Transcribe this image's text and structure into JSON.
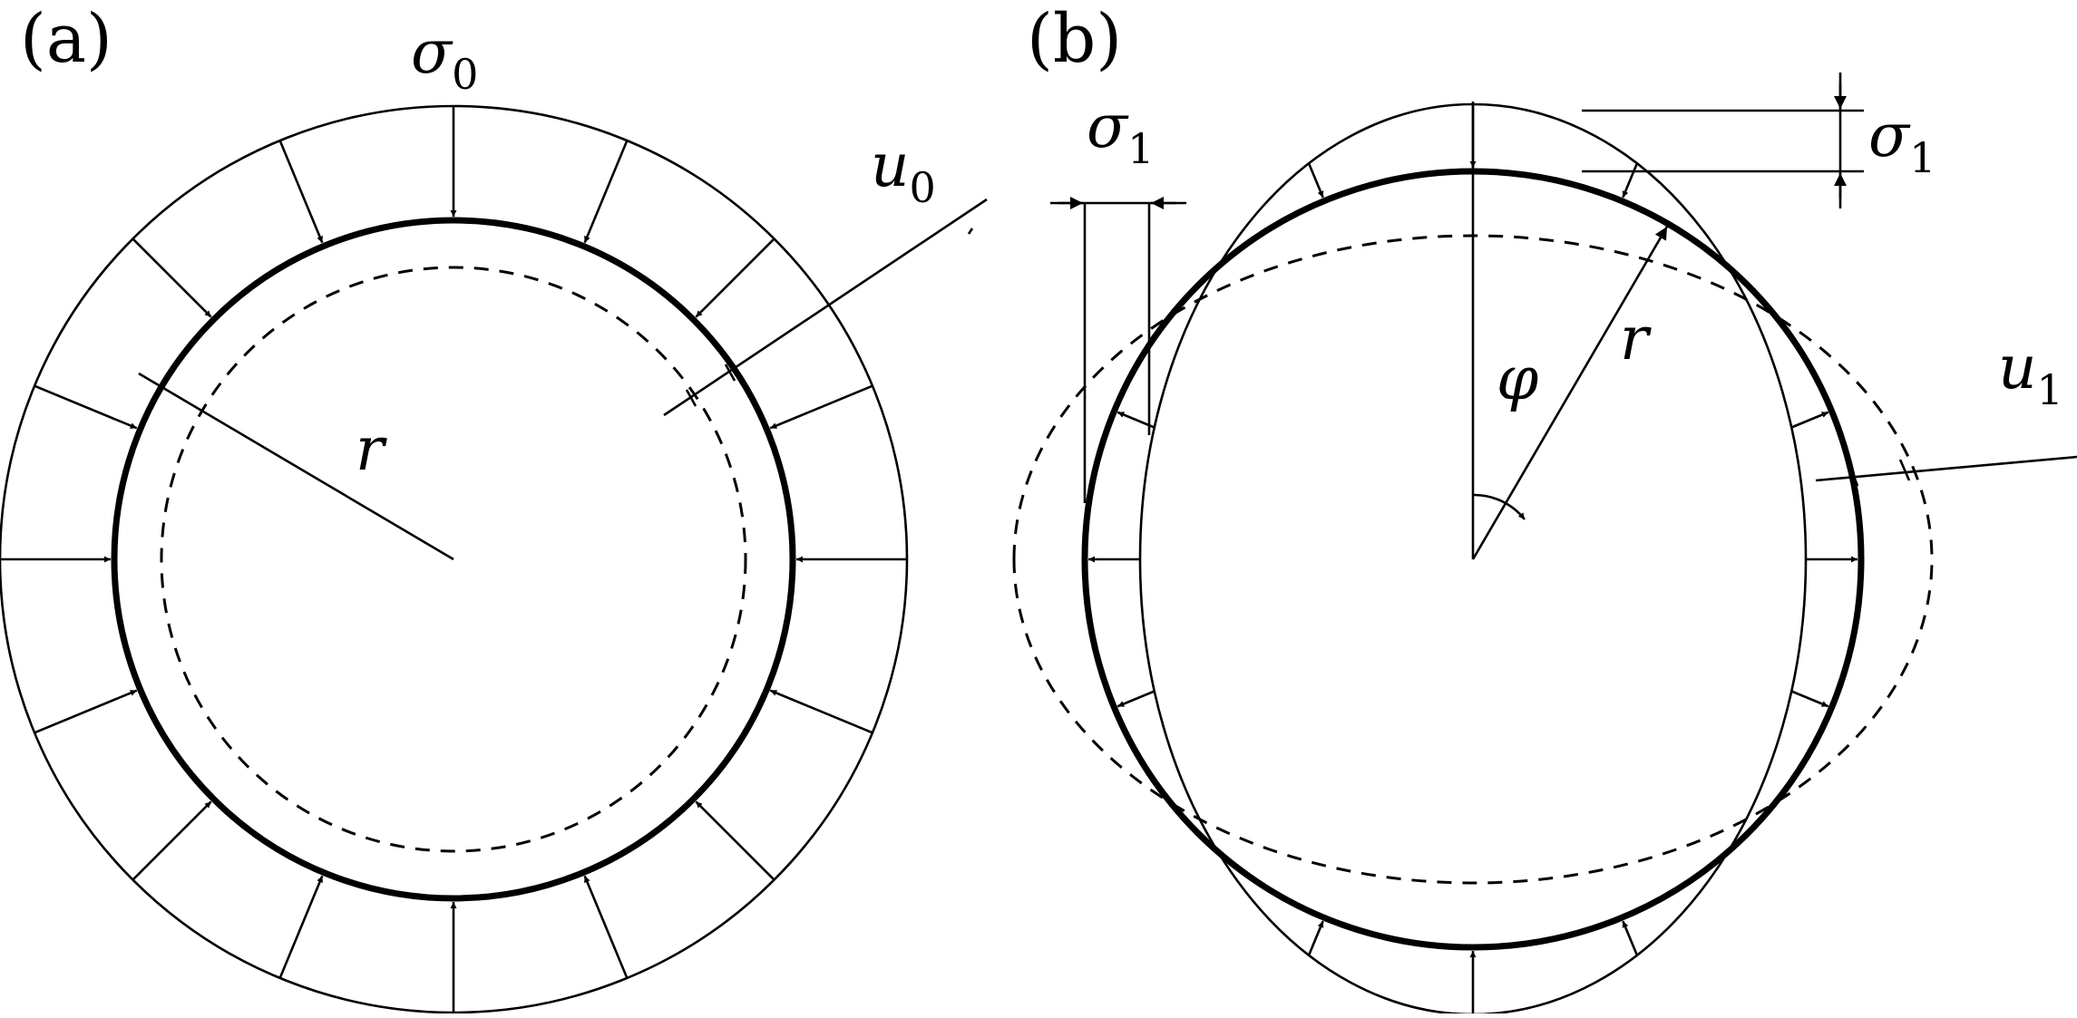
{
  "colors": {
    "ink": "#000000",
    "background": "#ffffff"
  },
  "panel_a": {
    "label": "(a)",
    "stress_symbol": "σ",
    "stress_subscript": "0",
    "displacement_symbol": "u",
    "displacement_subscript": "0",
    "radius_symbol": "r"
  },
  "panel_b": {
    "label": "(b)",
    "stress_symbol": "σ",
    "stress_subscript": "1",
    "displacement_symbol": "u",
    "displacement_subscript": "1",
    "radius_symbol": "r",
    "angle_symbol": "φ"
  }
}
